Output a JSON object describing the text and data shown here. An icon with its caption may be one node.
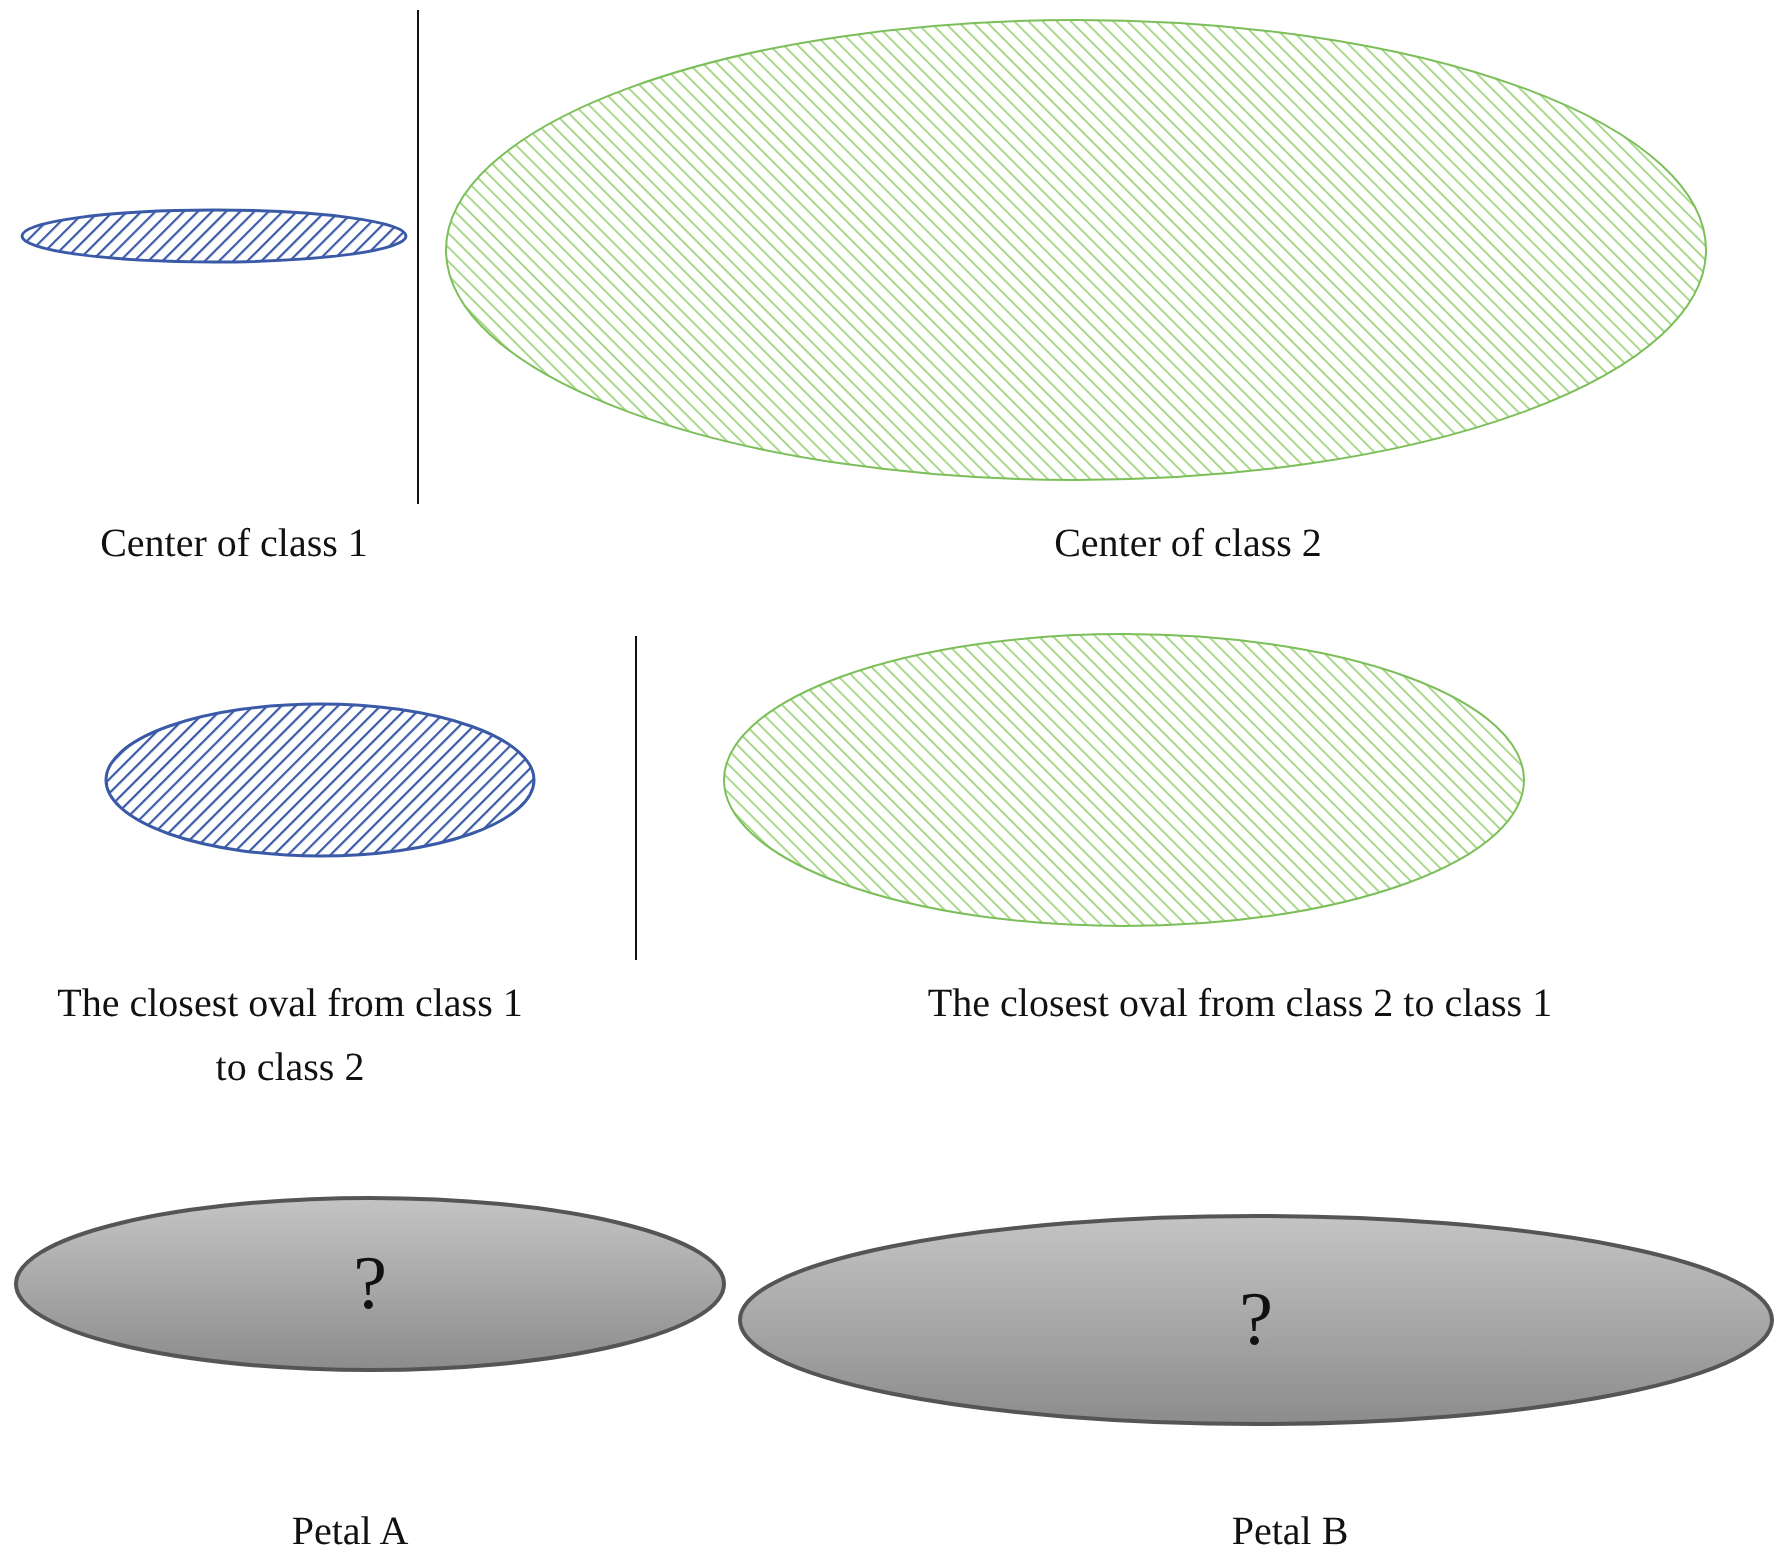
{
  "diagram": {
    "nodes": [
      {
        "text": [],
        "shape": "ellipse"
      },
      {
        "text": [],
        "shape": "ellipse",
        "beside": [
          "Center of class 2"
        ]
      },
      {
        "text": [],
        "shape": "ellipse",
        "beside": [
          "The closest oval from class 1 to class 2"
        ]
      },
      {
        "text": [],
        "shape": "ellipse",
        "beside": [
          "The closest oval from class 2 to class 1"
        ]
      },
      {
        "text": [
          "?"
        ],
        "beside": [
          "Petal A"
        ]
      },
      {
        "text": [
          "?"
        ],
        "beside": [
          "Petal B"
        ]
      }
    ],
    "labels": [
      "Center of class 1"
    ]
  }
}
